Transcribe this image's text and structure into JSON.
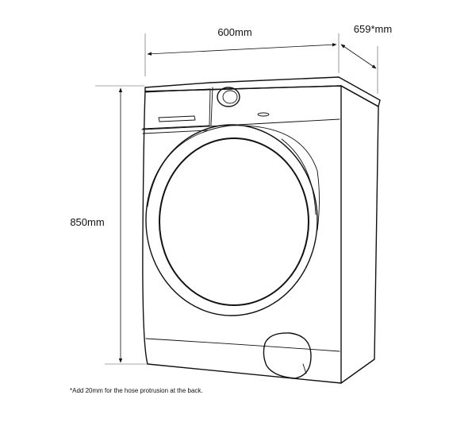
{
  "dimensions": {
    "width_label": "600mm",
    "depth_label": "659*mm",
    "height_label": "850mm"
  },
  "footnote": "*Add 20mm for the hose protrusion at the back.",
  "colors": {
    "line": "#111111",
    "background": "#ffffff"
  }
}
